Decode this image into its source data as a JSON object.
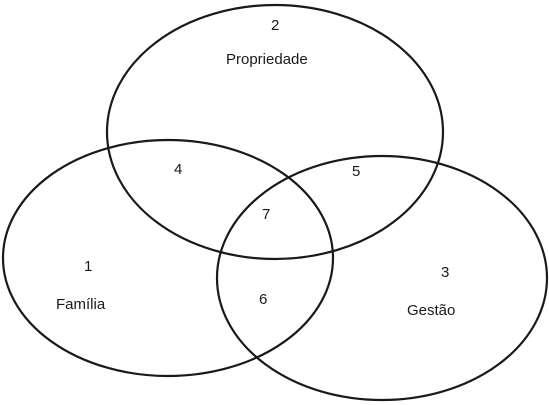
{
  "sets": [
    {
      "id": "familia",
      "number": "1",
      "name": "Família"
    },
    {
      "id": "propriedade",
      "number": "2",
      "name": "Propriedade"
    },
    {
      "id": "gestao",
      "number": "3",
      "name": "Gestão"
    }
  ],
  "intersections": {
    "familia_propriedade": "4",
    "propriedade_gestao": "5",
    "familia_gestao": "6",
    "all_three": "7"
  },
  "colors": {
    "stroke": "#1a1a1a",
    "background": "#ffffff"
  }
}
